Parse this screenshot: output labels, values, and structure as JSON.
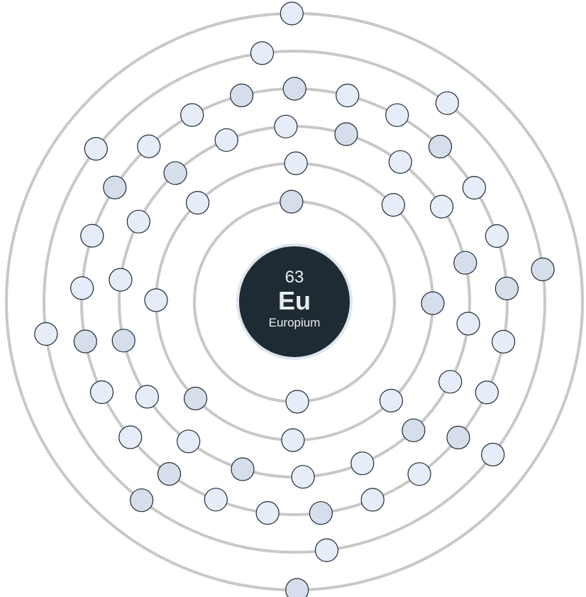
{
  "element": {
    "atomic_number": "63",
    "symbol": "Eu",
    "name": "Europium"
  },
  "colors": {
    "nucleus_fill": "#1f2b33",
    "nucleus_ring": "#dfe6ef",
    "shell_stroke": "#c8c8c8",
    "electron_fill_a": "#e6edf8",
    "electron_fill_b": "#d6deec",
    "electron_stroke": "#1f2b33"
  },
  "shells": [
    {
      "electrons": 2
    },
    {
      "electrons": 8
    },
    {
      "electrons": 18
    },
    {
      "electrons": 25
    },
    {
      "electrons": 8
    },
    {
      "electrons": 2
    }
  ]
}
